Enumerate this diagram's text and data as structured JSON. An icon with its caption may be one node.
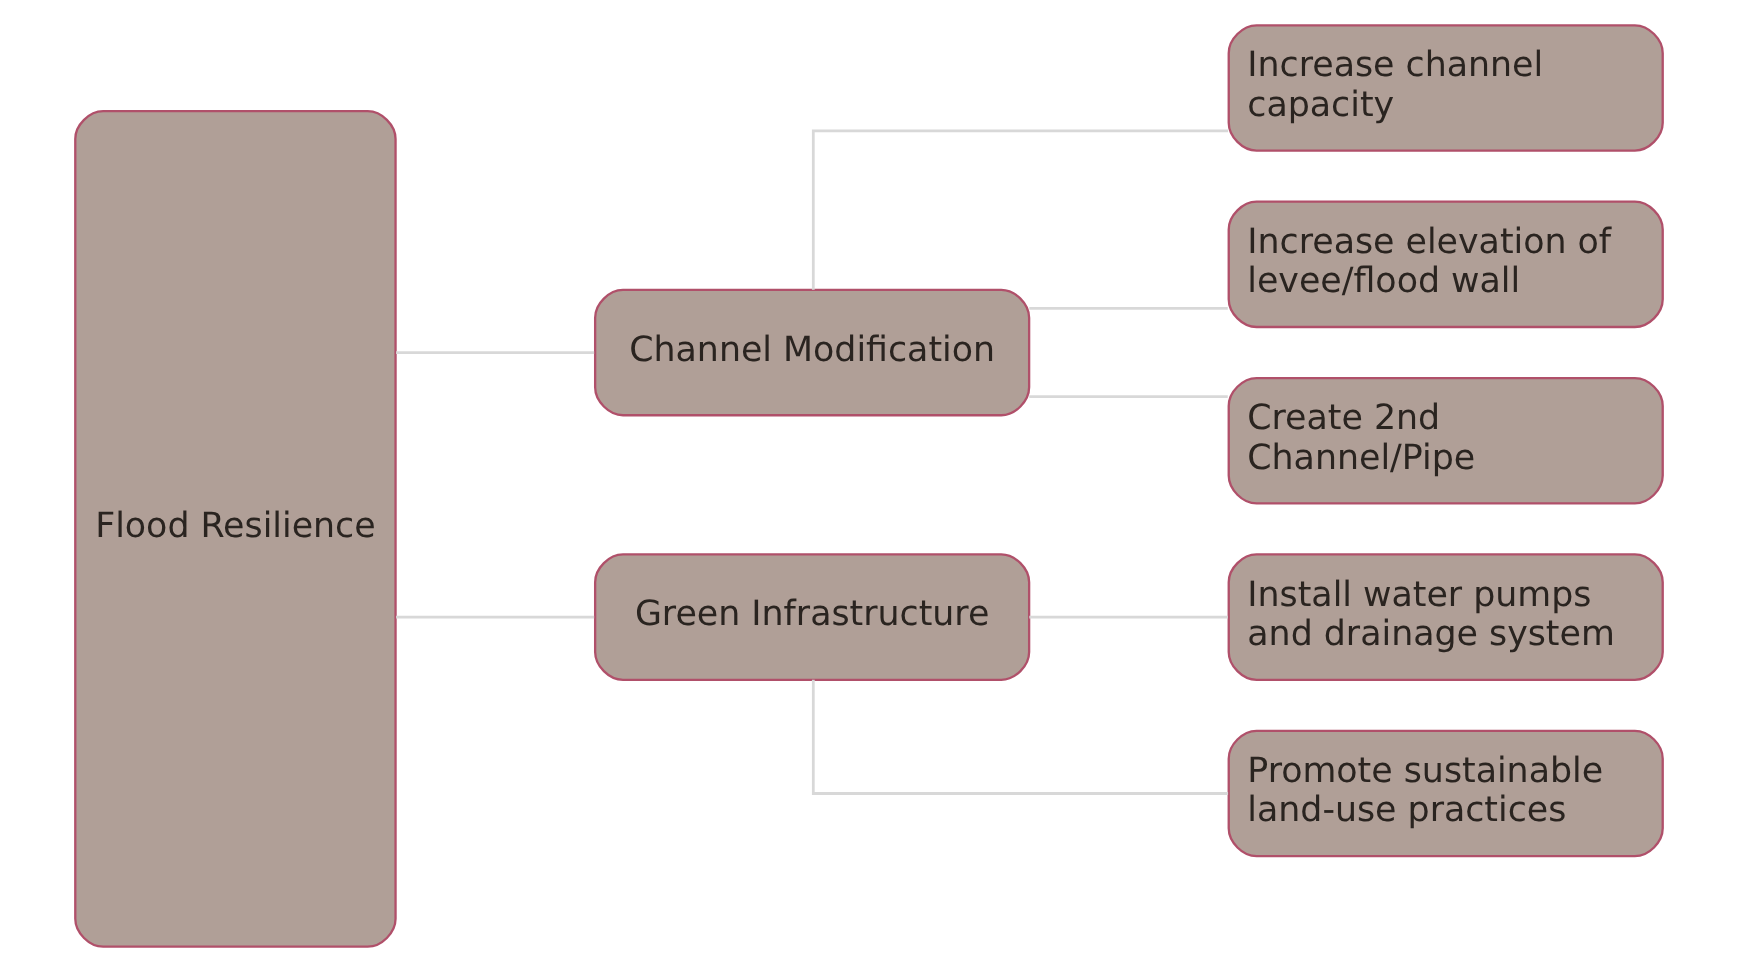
{
  "diagram": {
    "nodes": [
      {
        "text": [
          "Flood Resilience"
        ]
      },
      {
        "text": [
          "Channel Modification"
        ]
      },
      {
        "text": [
          "Increase channel capacity"
        ]
      },
      {
        "text": [
          "Increase elevation of levee/flood wall"
        ]
      },
      {
        "text": [
          "Create 2nd Channel/Pipe"
        ]
      },
      {
        "text": [
          "Green Infrastructure"
        ]
      },
      {
        "text": [
          "Install water pumps and drainage system"
        ]
      },
      {
        "text": [
          "Promote sustainable land-use practices"
        ]
      }
    ],
    "edges": [
      {
        "from": 0,
        "to": 1,
        "arrow": "none"
      },
      {
        "from": 0,
        "to": 5,
        "arrow": "none"
      },
      {
        "from": 1,
        "to": 2,
        "arrow": "none"
      },
      {
        "from": 1,
        "to": 3,
        "arrow": "none"
      },
      {
        "from": 1,
        "to": 4,
        "arrow": "none"
      },
      {
        "from": 5,
        "to": 6,
        "arrow": "none"
      },
      {
        "from": 5,
        "to": 7,
        "arrow": "none"
      }
    ]
  }
}
